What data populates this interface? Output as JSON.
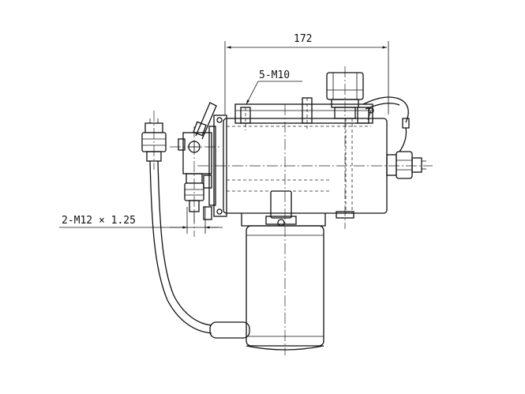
{
  "dimensions": {
    "overall_width": "172",
    "bolt_callout": "5-M10",
    "thread_callout": "2-M12 × 1.25"
  },
  "colors": {
    "line": "#111111",
    "background": "#ffffff"
  }
}
